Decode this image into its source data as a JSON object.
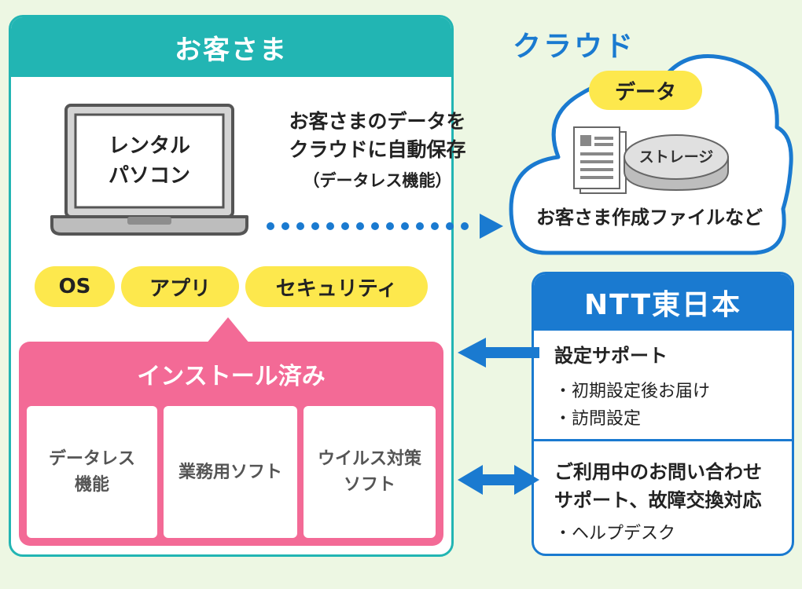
{
  "customer": {
    "title": "お客さま",
    "laptop_label_1": "レンタル",
    "laptop_label_2": "パソコン",
    "pills": [
      "OS",
      "アプリ",
      "セキュリティ"
    ],
    "install_title": "インストール済み",
    "install_items": [
      "データレス\n機能",
      "業務用ソフト",
      "ウイルス対策\nソフト"
    ]
  },
  "caption": {
    "line1": "お客さまのデータを",
    "line2": "クラウドに自動保存",
    "sub": "（データレス機能）"
  },
  "cloud": {
    "title": "クラウド",
    "data_label": "データ",
    "storage_label": "ストレージ",
    "caption": "お客さま作成ファイルなど"
  },
  "ntt": {
    "title": "NTT東日本",
    "section1_title": "設定サポート",
    "section1_items": [
      "・初期設定後お届け",
      "・訪問設定"
    ],
    "section2_title_1": "ご利用中のお問い合わせ",
    "section2_title_2": "サポート、故障交換対応",
    "section2_items": [
      "・ヘルプデスク"
    ]
  },
  "colors": {
    "teal": "#22b5b3",
    "blue": "#1a7ad0",
    "pink": "#f36a96",
    "yellow": "#fde84d",
    "background": "#edf7e3"
  }
}
